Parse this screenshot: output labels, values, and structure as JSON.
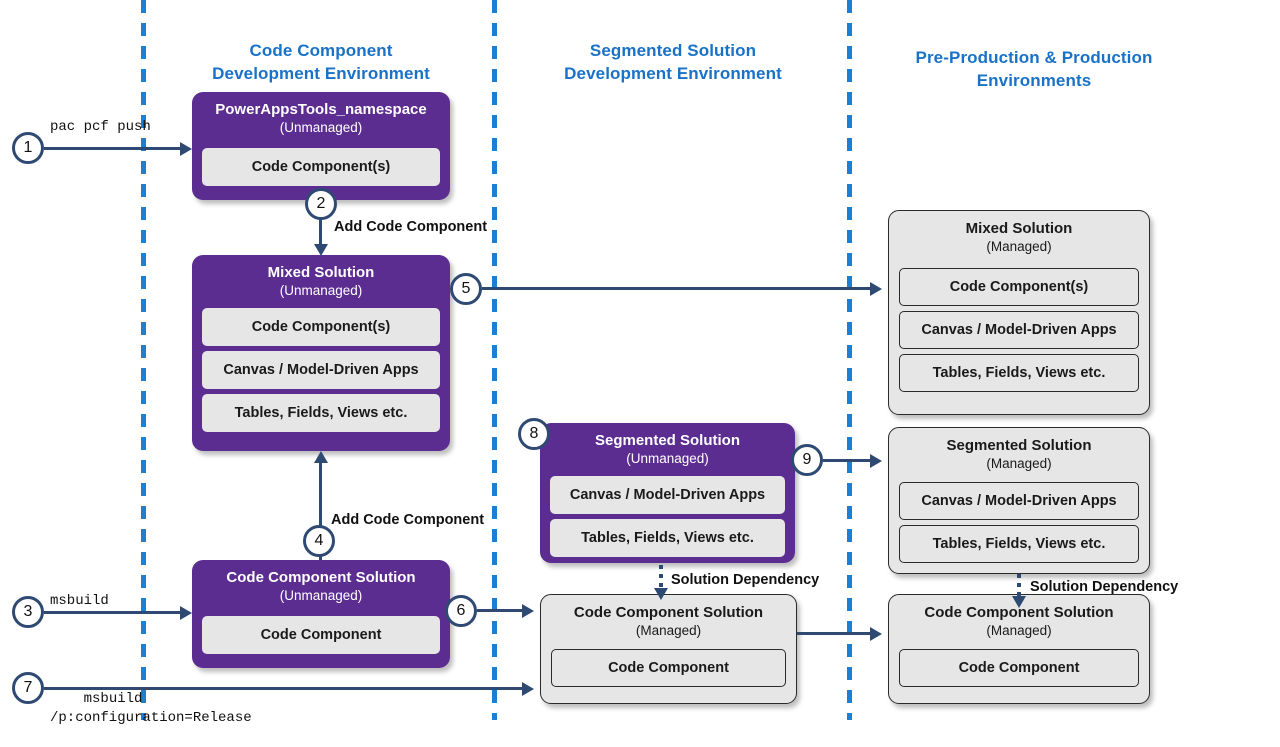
{
  "columns": [
    {
      "id": "code-component-dev",
      "line1": "Code Component",
      "line2": "Development Environment"
    },
    {
      "id": "segmented-solution-dev",
      "line1": "Segmented Solution",
      "line2": "Development Environment"
    },
    {
      "id": "pre-prod-prod",
      "line1": "Pre-Production & Production",
      "line2": "Environments"
    }
  ],
  "boxes": {
    "powerapps_tools": {
      "title": "PowerAppsTools_namespace",
      "state": "(Unmanaged)",
      "items": [
        "Code Component(s)"
      ]
    },
    "mixed_unmanaged": {
      "title": "Mixed Solution",
      "state": "(Unmanaged)",
      "items": [
        "Code Component(s)",
        "Canvas / Model-Driven Apps",
        "Tables, Fields, Views etc."
      ]
    },
    "code_component_solution_unmanaged": {
      "title": "Code Component Solution",
      "state": "(Unmanaged)",
      "items": [
        "Code Component"
      ]
    },
    "segmented_unmanaged": {
      "title": "Segmented Solution",
      "state": "(Unmanaged)",
      "items": [
        "Canvas / Model-Driven Apps",
        "Tables, Fields, Views etc."
      ]
    },
    "code_component_solution_managed_mid": {
      "title": "Code Component Solution",
      "state": "(Managed)",
      "items": [
        "Code Component"
      ]
    },
    "mixed_managed": {
      "title": "Mixed Solution",
      "state": "(Managed)",
      "items": [
        "Code Component(s)",
        "Canvas / Model-Driven Apps",
        "Tables, Fields, Views etc."
      ]
    },
    "segmented_managed": {
      "title": "Segmented Solution",
      "state": "(Managed)",
      "items": [
        "Canvas / Model-Driven Apps",
        "Tables, Fields, Views etc."
      ]
    },
    "code_component_solution_managed_right": {
      "title": "Code Component Solution",
      "state": "(Managed)",
      "items": [
        "Code Component"
      ]
    }
  },
  "steps": [
    {
      "n": "1",
      "meaning": "pac pcf push into PowerAppsTools_namespace"
    },
    {
      "n": "2",
      "meaning": "Add Code Component to Mixed Solution"
    },
    {
      "n": "3",
      "meaning": "msbuild Code Component Solution"
    },
    {
      "n": "4",
      "meaning": "Add Code Component to Mixed Solution"
    },
    {
      "n": "5",
      "meaning": "Export Mixed Solution as Managed"
    },
    {
      "n": "6",
      "meaning": "Import Code Component Solution (Managed)"
    },
    {
      "n": "7",
      "meaning": "msbuild /p:configuration=Release"
    },
    {
      "n": "8",
      "meaning": "Segmented Solution authoring"
    },
    {
      "n": "9",
      "meaning": "Export Segmented Solution as Managed"
    }
  ],
  "edge_labels": {
    "add_code_component_top": "Add Code Component",
    "add_code_component_bottom": "Add Code Component",
    "solution_dependency_mid": "Solution Dependency",
    "solution_dependency_right": "Solution Dependency"
  },
  "commands": {
    "pac_pcf_push": "pac pcf push",
    "msbuild": "msbuild",
    "msbuild_release_l1": "msbuild",
    "msbuild_release_l2": "/p:configuration=Release"
  },
  "colors": {
    "purple": "#5C2D91",
    "header_blue": "#1972C8",
    "lane_blue": "#1B7FD4",
    "connector_navy": "#2F4A72",
    "chip_gray": "#E6E6E6"
  }
}
